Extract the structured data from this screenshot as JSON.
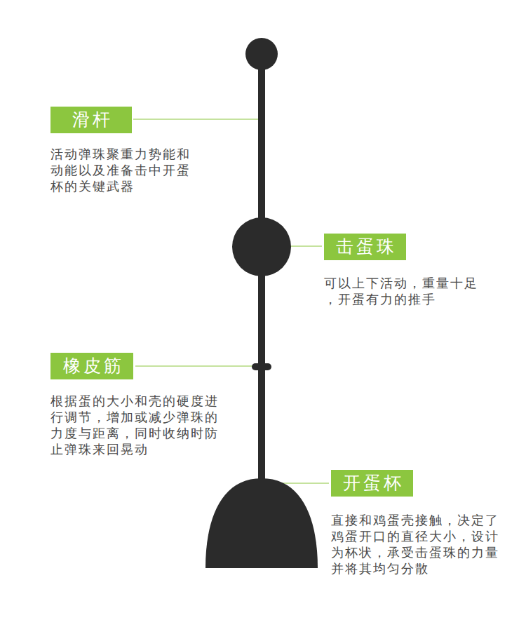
{
  "diagram": {
    "nodes": [
      {
        "text": [
          "滑杆",
          "活动弹珠聚重力势能和动能以及准备击中开蛋杯的关键武器"
        ]
      },
      {
        "text": [
          "击蛋珠",
          "可以上下活动，重量十足，开蛋有力的推手"
        ]
      },
      {
        "text": [
          "橡皮筋",
          "根据蛋的大小和壳的硬度进行调节，增加或减少弹珠的力度与距离，同时收纳时防止弹珠来回晃动"
        ]
      },
      {
        "text": [
          "开蛋杯",
          "直接和鸡蛋壳接触，决定了鸡蛋开口的直径大小，设计为杯状，承受击蛋珠的力量并将其均匀分散"
        ]
      }
    ]
  }
}
